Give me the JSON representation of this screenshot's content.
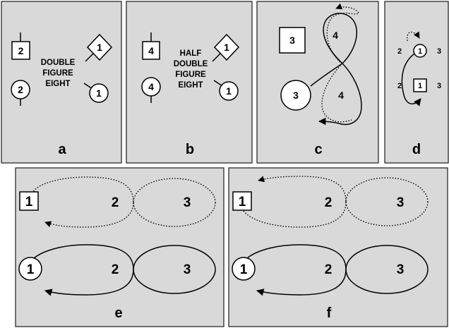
{
  "panels": {
    "a": {
      "letter": "a",
      "caption": [
        "DOUBLE",
        "FIGURE",
        "EIGHT"
      ],
      "square": "2",
      "diamond": "1",
      "circle_left": "2",
      "circle_right": "1"
    },
    "b": {
      "letter": "b",
      "caption": [
        "HALF",
        "DOUBLE",
        "FIGURE",
        "EIGHT"
      ],
      "square": "4",
      "diamond": "1",
      "circle_left": "4",
      "circle_right": "1"
    },
    "c": {
      "letter": "c",
      "square": "3",
      "circle": "3",
      "loop_top": "4",
      "loop_bottom": "4"
    },
    "d": {
      "letter": "d",
      "circle": "1",
      "square": "1",
      "top_left": "2",
      "top_right": "3",
      "bottom_left": "2",
      "bottom_right": "3"
    },
    "e": {
      "letter": "e",
      "top_square": "1",
      "top_mid": "2",
      "top_right": "3",
      "bottom_circle": "1",
      "bottom_mid": "2",
      "bottom_right": "3"
    },
    "f": {
      "letter": "f",
      "top_square": "1",
      "top_mid": "2",
      "top_right": "3",
      "bottom_circle": "1",
      "bottom_mid": "2",
      "bottom_right": "3"
    }
  },
  "colors": {
    "panel_fill": "#d9d9d9",
    "stroke": "#000000"
  }
}
